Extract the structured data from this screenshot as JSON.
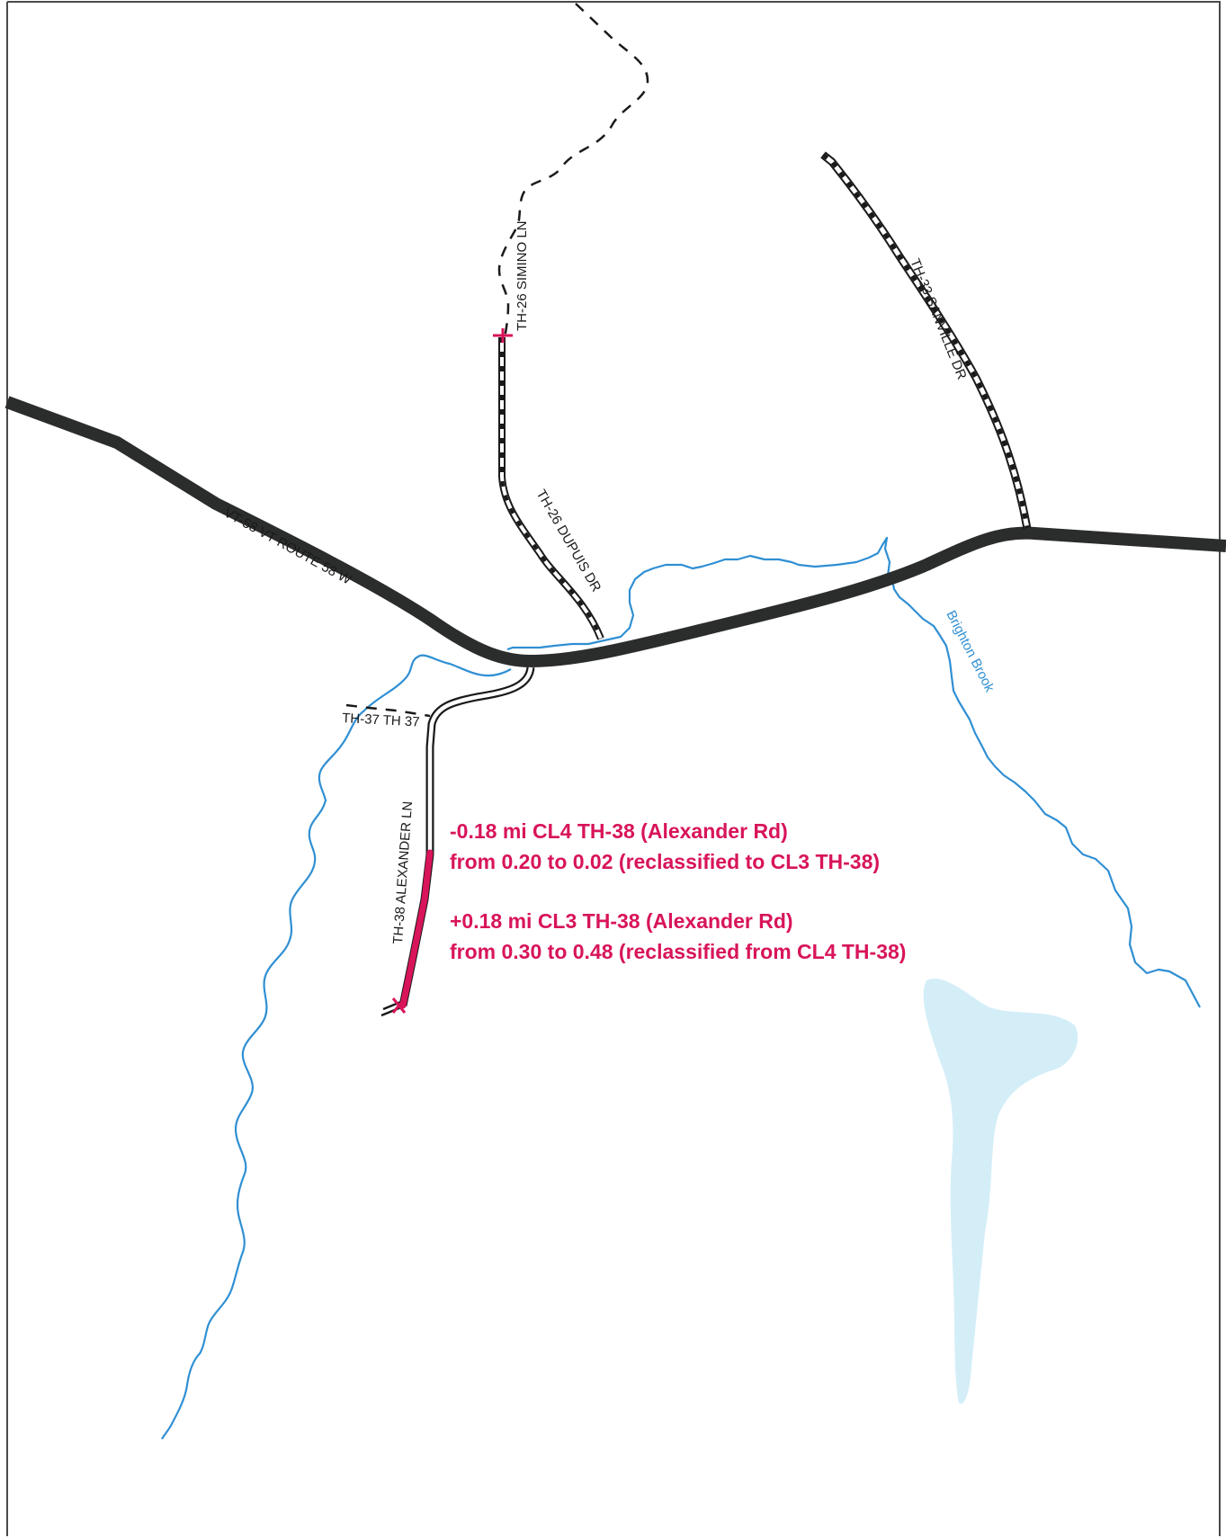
{
  "colors": {
    "highway": "#2b2c2c",
    "road_outline": "#1a1a1a",
    "water": "#2f8fd3",
    "pond": "#d4eef8",
    "accent": "#d8145a",
    "border": "#4a4a4a"
  },
  "roads": {
    "vt58": "VT-58 VT ROUTE 58 W",
    "simino": "TH-26 SIMINO LN",
    "dupuis": "TH-26 DUPUIS DR",
    "sanville": "TH-33 SANVILLE DR",
    "th37": "TH-37 TH 37",
    "alexander": "TH-38 ALEXANDER LN"
  },
  "water": {
    "brighton_brook": "Brighton Brook"
  },
  "annotations": {
    "minus_line1": "-0.18 mi CL4 TH-38 (Alexander Rd)",
    "minus_line2": "from 0.20 to 0.02 (reclassified to CL3 TH-38)",
    "plus_line1": "+0.18 mi CL3 TH-38 (Alexander Rd)",
    "plus_line2": "from 0.30 to 0.48 (reclassified from CL4 TH-38)"
  }
}
